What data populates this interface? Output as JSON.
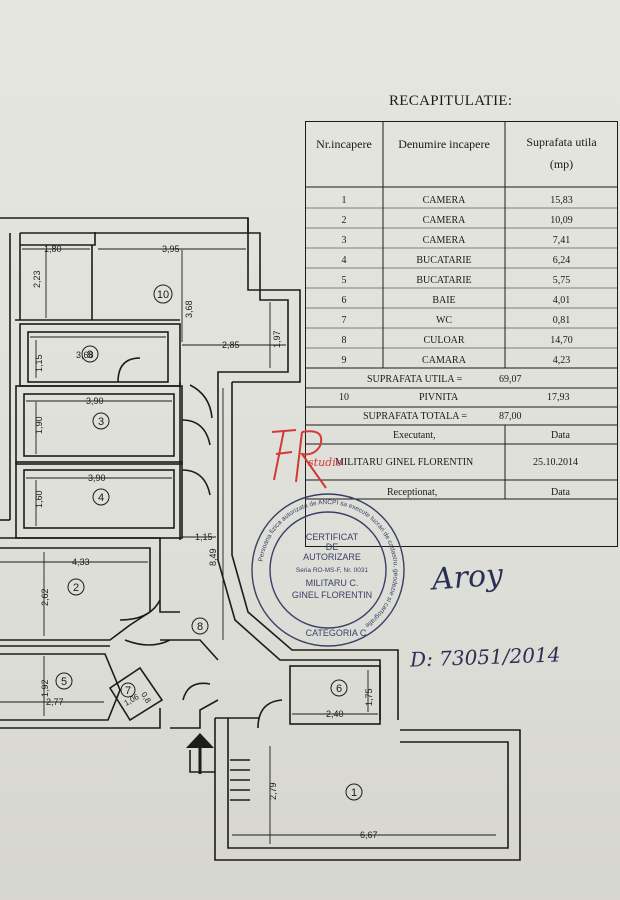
{
  "recap": {
    "title": "RECAPITULATIE:",
    "headers": {
      "nr": "Nr.incapere",
      "name": "Denumire incapere",
      "area_1": "Suprafata utila",
      "area_2": "(mp)"
    },
    "rows": [
      {
        "nr": "1",
        "name": "CAMERA",
        "area": "15,83"
      },
      {
        "nr": "2",
        "name": "CAMERA",
        "area": "10,09"
      },
      {
        "nr": "3",
        "name": "CAMERA",
        "area": "7,41"
      },
      {
        "nr": "4",
        "name": "BUCATARIE",
        "area": "6,24"
      },
      {
        "nr": "5",
        "name": "BUCATARIE",
        "area": "5,75"
      },
      {
        "nr": "6",
        "name": "BAIE",
        "area": "4,01"
      },
      {
        "nr": "7",
        "name": "WC",
        "area": "0,81"
      },
      {
        "nr": "8",
        "name": "CULOAR",
        "area": "14,70"
      },
      {
        "nr": "9",
        "name": "CAMARA",
        "area": "4,23"
      }
    ],
    "useful_area_label": "SUPRAFATA UTILA =",
    "useful_area_value": "69,07",
    "cellar": {
      "nr": "10",
      "name": "PIVNITA",
      "area": "17,93"
    },
    "total_label": "SUPRAFATA TOTALA =",
    "total_value": "87,00",
    "executant_label": "Executant,",
    "date_label": "Data",
    "executant_name": "MILITARU GINEL FLORENTIN",
    "executant_date": "25.10.2014",
    "receptionat_label": "Receptionat,",
    "date_label_2": "Data"
  },
  "stamp": {
    "line1": "CERTIFICAT",
    "line2": "DE",
    "line3": "AUTORIZARE",
    "serie": "Seria RO-MS-F, Nr. 0031",
    "name1": "MILITARU C.",
    "name2": "GINEL FLORENTIN",
    "category": "CATEGORIA C",
    "ring_text": "Persoana fizica autorizata de ANCPI sa execute lucrari de cadastru, geodezie si cartografie"
  },
  "handwriting": {
    "signature": "Aroy",
    "number": "D: 73051/2014",
    "logo_letters": "FR",
    "logo_text": "studio"
  },
  "rooms": [
    {
      "num": "1"
    },
    {
      "num": "2"
    },
    {
      "num": "3"
    },
    {
      "num": "4"
    },
    {
      "num": "5"
    },
    {
      "num": "6"
    },
    {
      "num": "7"
    },
    {
      "num": "8"
    },
    {
      "num": "9"
    },
    {
      "num": "10"
    }
  ],
  "dimensions": {
    "d_1_80": "1,80",
    "d_3_95": "3,95",
    "d_2_23": "2,23",
    "d_3_68a": "3,68",
    "d_1_97": "1,97",
    "d_2_85": "2,85",
    "d_3_68b": "3,68",
    "d_1_15a": "1,15",
    "d_3_90a": "3,90",
    "d_1_90": "1,90",
    "d_3_90b": "3,90",
    "d_1_60": "1,60",
    "d_1_15b": "1,15",
    "d_8_49": "8,49",
    "d_4_33": "4,33",
    "d_2_62": "2,62",
    "d_1_92": "1,92",
    "d_2_77": "2,77",
    "d_0_8": "0,8",
    "d_1_06": "1,06",
    "d_1_75": "1,75",
    "d_2_40": "2,40",
    "d_2_79": "2,79",
    "d_6_67": "6,67"
  },
  "colors": {
    "ink": "#1c1c1c",
    "stamp": "#3a3f66",
    "logo": "#d23a3a"
  }
}
